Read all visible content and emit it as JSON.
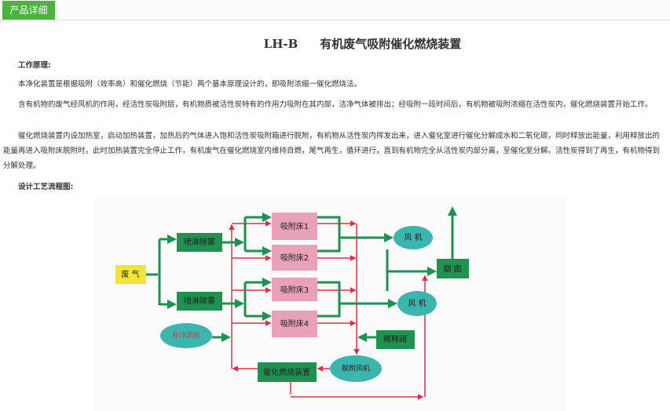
{
  "tab": {
    "label": "产品详细"
  },
  "title": {
    "model": "LH-B",
    "name": "有机废气吸附催化燃烧装置"
  },
  "sections": {
    "principle_heading": "工作原理:",
    "p1": "本净化装置是根据吸附（效率高）和催化燃烧（节能）两个基本原理设计的，即吸附浓缩一催化燃烧法。",
    "p2": "含有机物的废气经风机的作用，经活性炭吸附层，有机物质被活性炭特有的作用力吸附在其内部，洁净气体被排出；经吸附一段时间后，有机物被吸附浓缩在活性炭内，催化燃烧装置开始工作。",
    "p3": "催化燃烧装置内设加热室，启动加热装置，加热后的气体进入饱和活性炭吸附箱进行脱附，有机物从活性炭内挥发出来，进入催化室进行催化分解成水和二氧化碳，同时释放出能量，利用释放出的能量再进入吸附床脱附时，此时加热装置完全停止工作，有机废气在催化燃烧室内维持自燃，尾气再生，循环进行，直到有机物完全从活性炭内部分离，至催化室分解。活性炭得到了再生，有机物得到分解处理。",
    "flow_heading": "设计工艺流程图:"
  },
  "diagram": {
    "waste_gas": "废 气",
    "spray1": "喷淋除雾",
    "spray2": "喷淋除雾",
    "bed1": "吸附床1",
    "bed2": "吸附床2",
    "bed3": "吸附床3",
    "bed4": "吸附床4",
    "fan1": "风 机",
    "fan2": "风 机",
    "chimney": "烟 囱",
    "dilution_valve": "稀释阀",
    "cooling_fan": "补冷风机",
    "catalytic": "催化燃烧装置",
    "desorption_fan": "脱附风机",
    "colors": {
      "green": "#1f9150",
      "red": "#d8324a",
      "pink": "#e8a2b8",
      "teal": "#3bb5ad",
      "yellow": "#f3e43a"
    }
  }
}
